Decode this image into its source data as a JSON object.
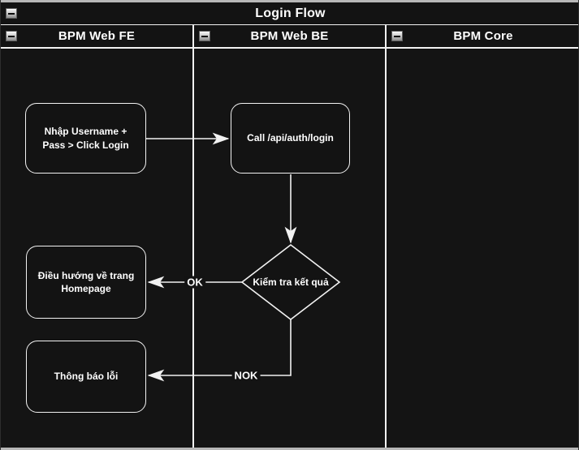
{
  "diagram": {
    "title": "Login Flow",
    "lanes": [
      {
        "label": "BPM Web FE"
      },
      {
        "label": "BPM Web BE"
      },
      {
        "label": "BPM Core"
      }
    ],
    "nodes": [
      {
        "id": "n1",
        "type": "rounded-rect",
        "lane": "BPM Web FE",
        "label": "Nhập Username + Pass > Click Login"
      },
      {
        "id": "n2",
        "type": "rounded-rect",
        "lane": "BPM Web BE",
        "label": "Call /api/auth/login"
      },
      {
        "id": "n3",
        "type": "decision",
        "lane": "BPM Web BE",
        "label": "Kiểm tra kết quả"
      },
      {
        "id": "n4",
        "type": "rounded-rect",
        "lane": "BPM Web FE",
        "label": "Điều hướng về trang Homepage"
      },
      {
        "id": "n5",
        "type": "rounded-rect",
        "lane": "BPM Web FE",
        "label": "Thông báo lỗi"
      }
    ],
    "edges": [
      {
        "from": "n1",
        "to": "n2",
        "label": ""
      },
      {
        "from": "n2",
        "to": "n3",
        "label": ""
      },
      {
        "from": "n3",
        "to": "n4",
        "label": "OK"
      },
      {
        "from": "n3",
        "to": "n5",
        "label": "NOK"
      }
    ],
    "icons": {
      "collapse": "minus-icon"
    },
    "colors": {
      "background": "#131313",
      "line": "#f2f2f2",
      "text": "#ffffff",
      "frame_strip": "#b7b7b7",
      "collapse_button": "#cfcfcf"
    }
  }
}
